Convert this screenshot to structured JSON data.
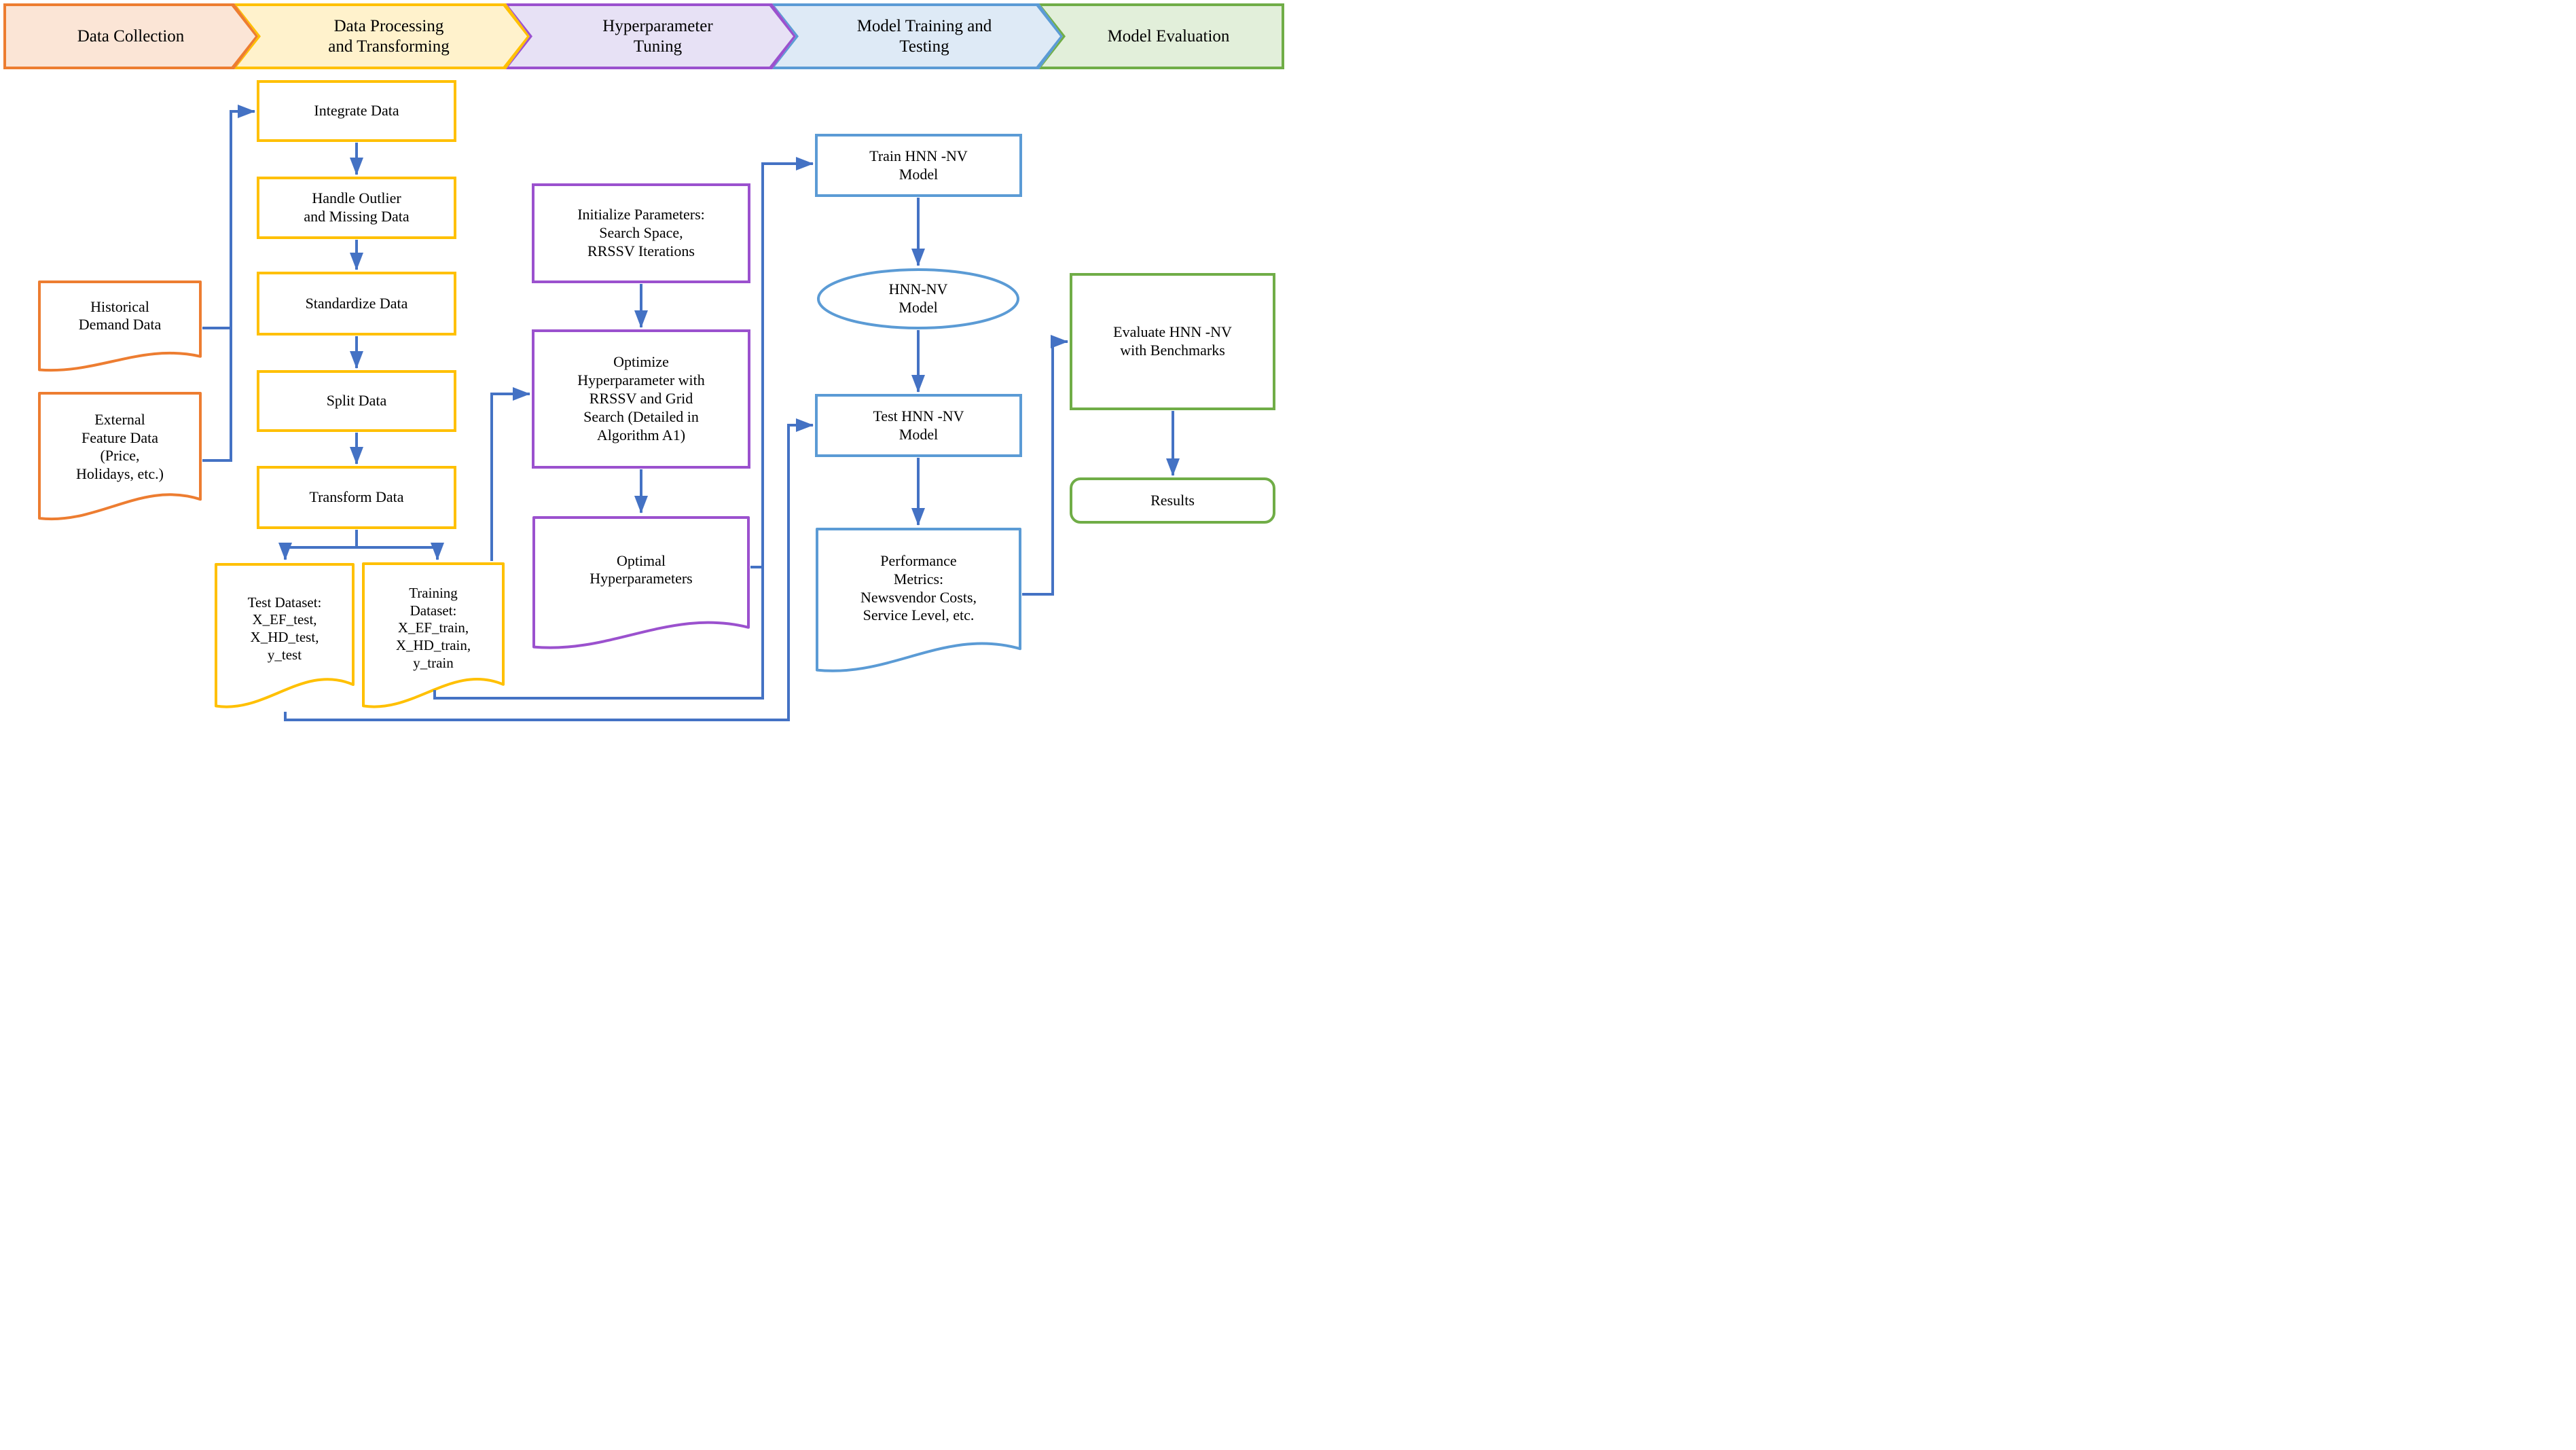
{
  "connector_color": "#4472C4",
  "phases": [
    {
      "id": "data-collection",
      "label": "Data Collection",
      "border_color": "#ED7D31",
      "fill_color": "#FBE5D6"
    },
    {
      "id": "data-processing",
      "label": "Data Processing\nand Transforming",
      "border_color": "#FFC000",
      "fill_color": "#FFF2CC"
    },
    {
      "id": "hyperparameter-tuning",
      "label": "Hyperparameter\nTuning",
      "border_color": "#9B51CE",
      "fill_color": "#E7E1F5"
    },
    {
      "id": "model-training-testing",
      "label": "Model Training and\nTesting",
      "border_color": "#5B9BD5",
      "fill_color": "#DEEAF6"
    },
    {
      "id": "model-evaluation",
      "label": "Model Evaluation",
      "border_color": "#70AD47",
      "fill_color": "#E2EFDA"
    }
  ],
  "nodes": {
    "historical": {
      "label": "Historical\nDemand Data",
      "shape": "document",
      "color": "#ED7D31"
    },
    "external": {
      "label": "External\nFeature Data\n(Price,\nHolidays, etc.)",
      "shape": "document",
      "color": "#ED7D31"
    },
    "integrate": {
      "label": "Integrate Data",
      "shape": "rect",
      "color": "#FFC000"
    },
    "handle": {
      "label": "Handle Outlier\nand Missing Data",
      "shape": "rect",
      "color": "#FFC000"
    },
    "standardize": {
      "label": "Standardize Data",
      "shape": "rect",
      "color": "#FFC000"
    },
    "split": {
      "label": "Split Data",
      "shape": "rect",
      "color": "#FFC000"
    },
    "transform": {
      "label": "Transform Data",
      "shape": "rect",
      "color": "#FFC000"
    },
    "test_dataset": {
      "label": "Test Dataset:\nX_EF_test,\nX_HD_test,\ny_test",
      "shape": "document",
      "color": "#FFC000"
    },
    "training_dataset": {
      "label": "Training\nDataset:\nX_EF_train,\nX_HD_train,\ny_train",
      "shape": "document",
      "color": "#FFC000"
    },
    "initialize": {
      "label": "Initialize Parameters:\nSearch Space,\nRRSSV Iterations",
      "shape": "rect",
      "color": "#9B51CE"
    },
    "optimize": {
      "label": "Optimize\nHyperparameter with\nRRSSV and Grid\nSearch (Detailed in\nAlgorithm A1)",
      "shape": "rect",
      "color": "#9B51CE"
    },
    "optimal": {
      "label": "Optimal\nHyperparameters",
      "shape": "document",
      "color": "#9B51CE"
    },
    "train": {
      "label": "Train HNN -NV\nModel",
      "shape": "rect",
      "color": "#5B9BD5"
    },
    "hnn_model": {
      "label": "HNN-NV\nModel",
      "shape": "ellipse",
      "color": "#5B9BD5"
    },
    "test": {
      "label": "Test HNN -NV\nModel",
      "shape": "rect",
      "color": "#5B9BD5"
    },
    "performance": {
      "label": "Performance\nMetrics:\nNewsvendor Costs,\nService Level, etc.",
      "shape": "document",
      "color": "#5B9BD5"
    },
    "evaluate": {
      "label": "Evaluate HNN -NV\nwith Benchmarks",
      "shape": "rect",
      "color": "#70AD47"
    },
    "results": {
      "label": "Results",
      "shape": "rounded",
      "color": "#70AD47"
    }
  },
  "edges": [
    {
      "id": "e1",
      "from": "integrate",
      "to": "handle"
    },
    {
      "id": "e2",
      "from": "handle",
      "to": "standardize"
    },
    {
      "id": "e3",
      "from": "standardize",
      "to": "split"
    },
    {
      "id": "e4",
      "from": "split",
      "to": "transform"
    },
    {
      "id": "e5",
      "from": "transform",
      "to": "test_dataset"
    },
    {
      "id": "e6",
      "from": "transform",
      "to": "training_dataset"
    },
    {
      "id": "e7",
      "from": "historical",
      "to": "integrate"
    },
    {
      "id": "e8",
      "from": "external",
      "to": "integrate"
    },
    {
      "id": "e9",
      "from": "training_dataset",
      "to": "optimize"
    },
    {
      "id": "e10",
      "from": "initialize",
      "to": "optimize"
    },
    {
      "id": "e11",
      "from": "optimize",
      "to": "optimal"
    },
    {
      "id": "e12",
      "from": "optimal",
      "to": "train"
    },
    {
      "id": "e13",
      "from": "training_dataset",
      "to": "train"
    },
    {
      "id": "e14",
      "from": "test_dataset",
      "to": "test"
    },
    {
      "id": "e15",
      "from": "train",
      "to": "hnn_model"
    },
    {
      "id": "e16",
      "from": "hnn_model",
      "to": "test"
    },
    {
      "id": "e17",
      "from": "test",
      "to": "performance"
    },
    {
      "id": "e18",
      "from": "performance",
      "to": "evaluate"
    },
    {
      "id": "e19",
      "from": "evaluate",
      "to": "results"
    }
  ]
}
